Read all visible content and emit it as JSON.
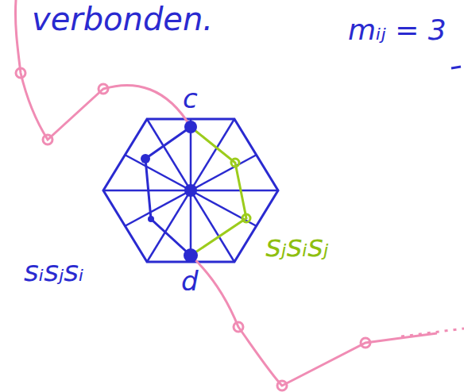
{
  "diagram": {
    "labels": [
      "verbonden.",
      "mᵢⱼ = 3",
      "c",
      "sᵢsⱼsᵢ",
      "d",
      "sⱼsᵢsⱼ"
    ]
  }
}
